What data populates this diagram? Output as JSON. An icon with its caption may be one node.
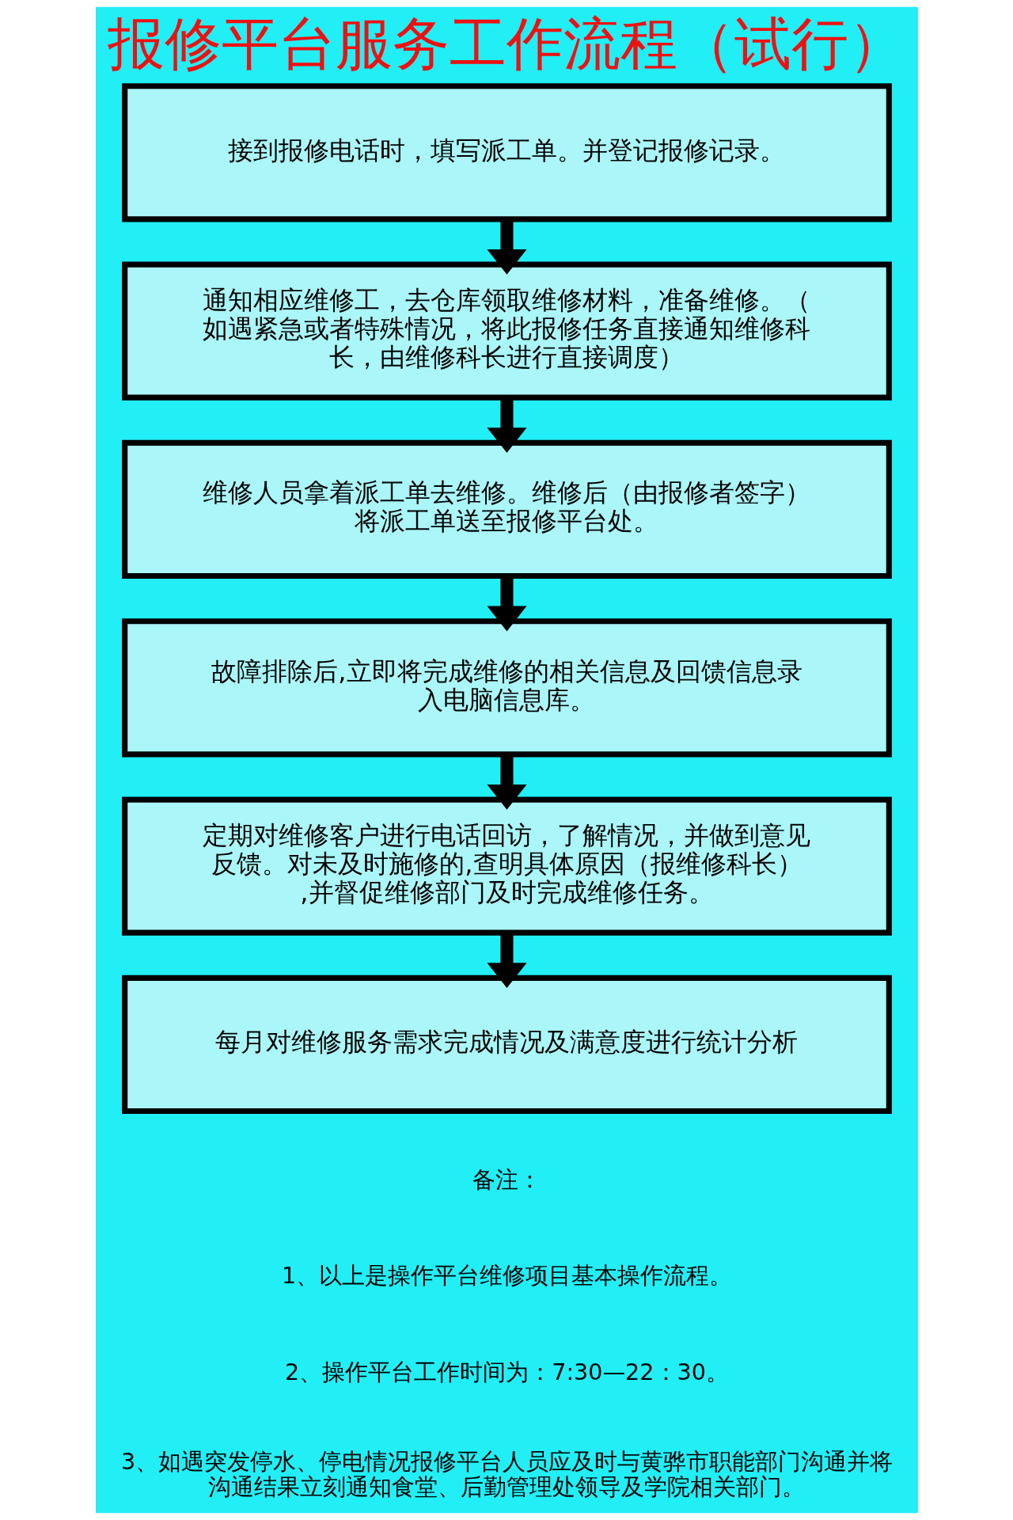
{
  "diagram": {
    "title": "报修平台服务工作流程（试行）",
    "nodes": [
      {
        "text": [
          "接到报修电话时，填写派工单。并登记报修记录。"
        ]
      },
      {
        "text": [
          "通知相应维修工，去仓库领取维修材料，准备维修。（如遇紧急或者特殊情况，将此报修任务直接通知维修科长，由维修科长进行直接调度）"
        ]
      },
      {
        "text": [
          "维修人员拿着派工单去维修。维修后（由报修者签字）将派工单送至报修平台处。"
        ]
      },
      {
        "text": [
          "故障排除后,立即将完成维修的相关信息及回馈信息录入电脑信息库。"
        ]
      },
      {
        "text": [
          "定期对维修客户进行电话回访，了解情况，并做到意见反馈。对未及时施修的,查明具体原因（报维修科长）,并督促维修部门及时完成维修任务。"
        ]
      },
      {
        "text": [
          "每月对维修服务需求完成情况及满意度进行统计分析"
        ]
      }
    ],
    "edges": [
      {
        "from": 0,
        "to": 1,
        "arrow": "to"
      },
      {
        "from": 1,
        "to": 2,
        "arrow": "to"
      },
      {
        "from": 2,
        "to": 3,
        "arrow": "to"
      },
      {
        "from": 3,
        "to": 4,
        "arrow": "to"
      },
      {
        "from": 4,
        "to": 5,
        "arrow": "to"
      }
    ],
    "labels": [
      "备注：",
      "1、以上是操作平台维修项目基本操作流程。",
      "2、操作平台工作时间为：7:30—22：30。",
      "3、如遇突发停水、停电情况报修平台人员应及时与黄骅市职能部门沟通并将沟通结果立刻通知食堂、后勤管理处领导及学院相关部门。"
    ]
  }
}
